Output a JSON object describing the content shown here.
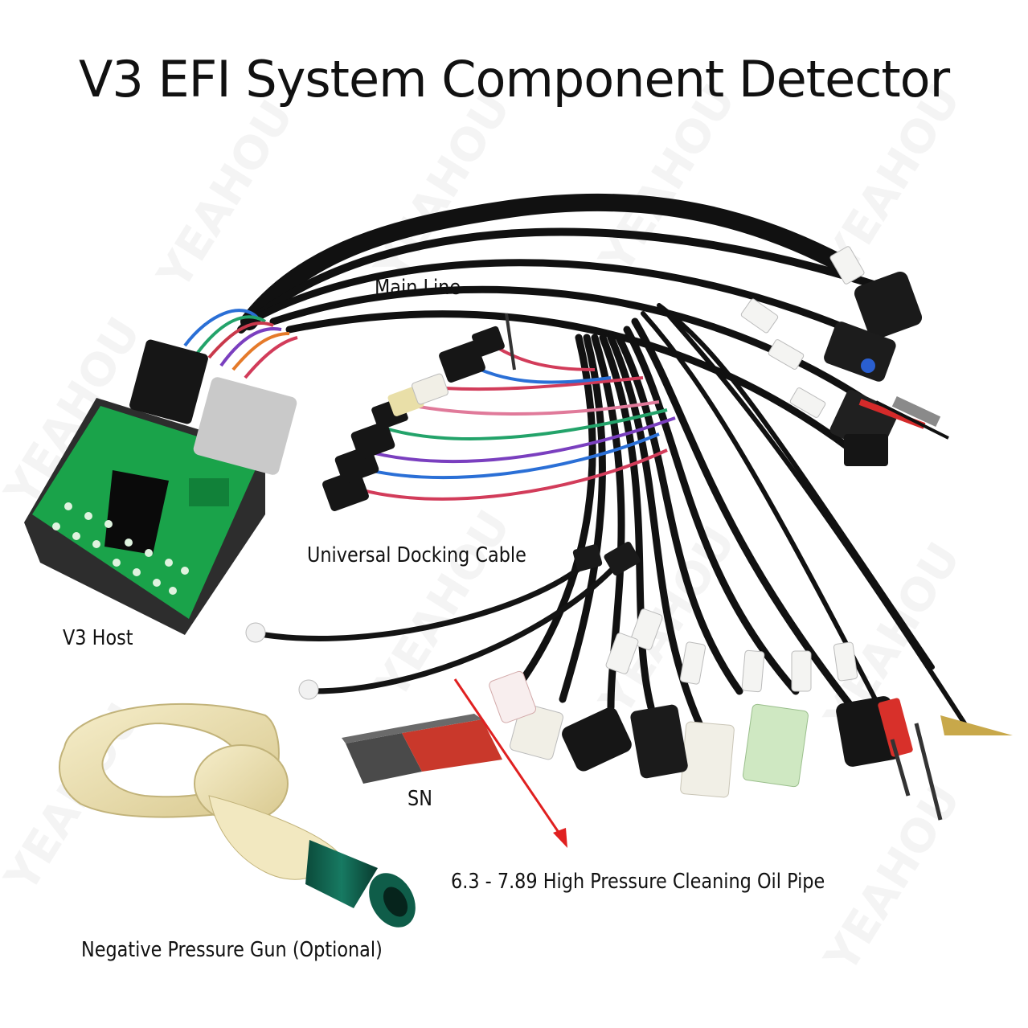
{
  "title": "V3 EFI System Component Detector",
  "labels": {
    "main_line": "Main Line",
    "universal_docking_cable": "Universal Docking Cable",
    "v3_host": "V3 Host",
    "sn": "SN",
    "oil_pipe": "6.3 - 7.89 High Pressure Cleaning Oil Pipe",
    "pressure_gun": "Negative Pressure Gun (Optional)"
  },
  "watermark": "YEAHOU",
  "colors": {
    "cable": "#111111",
    "pcb_green": "#1aa34a",
    "arrow": "#e02020",
    "connector_white": "#f1efe6",
    "connector_green": "#cfe8c2",
    "gun_cream": "#efe4b4",
    "gun_nozzle": "#0e5a48",
    "magnet_red": "#c9382b",
    "magnet_grey": "#4a4a4a"
  }
}
